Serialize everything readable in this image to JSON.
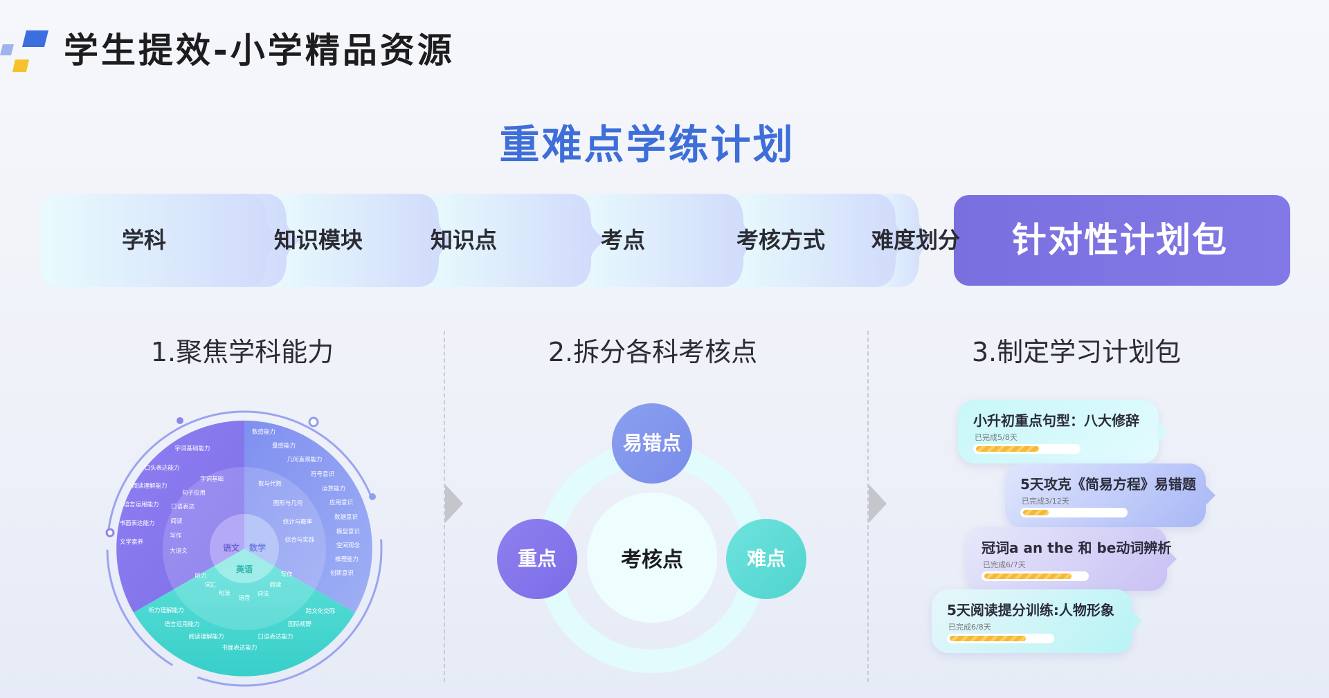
{
  "header": {
    "title": "学生提效-小学精品资源"
  },
  "plan_title": "重难点学练计划",
  "process_steps": [
    "学科",
    "知识模块",
    "知识点",
    "考点",
    "考核方式",
    "难度划分"
  ],
  "process_final": "针对性计划包",
  "sections": [
    "1.聚焦学科能力",
    "2.拆分各科考核点",
    "3.制定学习计划包"
  ],
  "colors": {
    "accent_blue": "#3e6ed8",
    "final_purple": "#7b72e0",
    "chinese": "#8a7cf0",
    "math": "#8fa6f2",
    "english": "#5ed9d4"
  },
  "wheel": {
    "center": {
      "chinese": "语文",
      "math": "数学",
      "english": "英语"
    },
    "chinese_inner": [
      "字词基础",
      "句子应用",
      "口语表达",
      "阅读",
      "写作",
      "大语文"
    ],
    "chinese_outer": [
      "字词基础能力",
      "口头表达能力",
      "阅读理解能力",
      "语言运用能力",
      "书面表达能力",
      "文学素养"
    ],
    "math_inner": [
      "数与代数",
      "图形与几何",
      "统计与概率",
      "综合与实践"
    ],
    "math_outer": [
      "数感能力",
      "量感能力",
      "几何直观能力",
      "符号意识",
      "运算能力",
      "应用意识",
      "数据意识",
      "模型意识",
      "空间观念",
      "推理能力",
      "创新意识"
    ],
    "english_inner": [
      "听力",
      "词汇",
      "句法",
      "语音",
      "词法",
      "阅读",
      "写作"
    ],
    "english_outer": [
      "听力理解能力",
      "语言运用能力",
      "阅读理解能力",
      "书面表达能力",
      "口语表达能力",
      "国际视野",
      "跨文化交际"
    ]
  },
  "assessment": {
    "center": "考核点",
    "top": "易错点",
    "left": "重点",
    "right": "难点"
  },
  "plans": [
    {
      "title": "小升初重点句型：八大修辞",
      "progress_text": "已完成5/8天",
      "progress": 0.62
    },
    {
      "title": "5天攻克《简易方程》易错题",
      "progress_text": "已完成3/12天",
      "progress": 0.25
    },
    {
      "title": "冠词a an the 和 be动词辨析",
      "progress_text": "已完成6/7天",
      "progress": 0.86
    },
    {
      "title": "5天阅读提分训练:人物形象",
      "progress_text": "已完成6/8天",
      "progress": 0.75
    }
  ]
}
